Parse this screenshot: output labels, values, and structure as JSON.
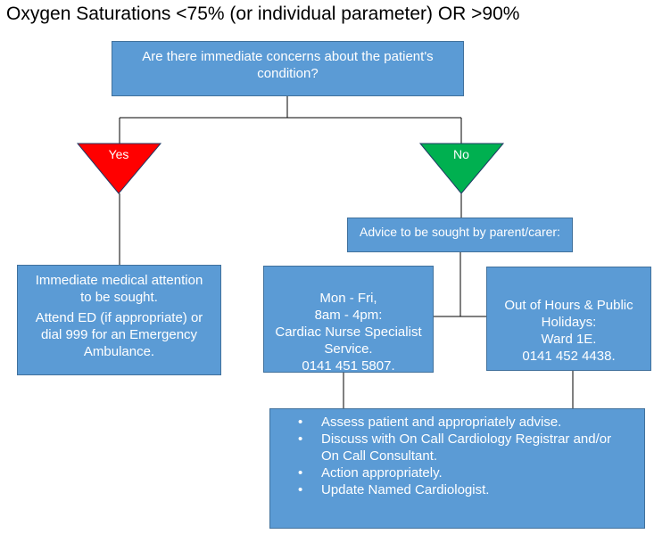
{
  "title": "Oxygen Saturations <75% (or individual parameter) OR >90%",
  "question": "Are there immediate concerns about the patient's condition?",
  "yes_label": "Yes",
  "no_label": "No",
  "colors": {
    "box_fill": "#5b9bd5",
    "box_border": "#41719c",
    "yes_fill": "#ff0000",
    "no_fill": "#00b050",
    "connector": "#000000"
  },
  "immediate": {
    "line1": "Immediate medical attention to be sought.",
    "line2": "Attend ED (if appropriate) or dial 999 for an Emergency Ambulance."
  },
  "advice": "Advice to be sought by parent/carer:",
  "weekday": "Mon - Fri,\n8am - 4pm:\nCardiac Nurse Specialist Service.\n0141 451 5807.",
  "out_of_hours": "Out of Hours & Public Holidays:\nWard 1E.\n0141 452 4438.",
  "actions": [
    "Assess patient and appropriately advise.",
    "Discuss with On Call Cardiology Registrar and/or On Call Consultant.",
    "Action appropriately.",
    "Update Named Cardiologist."
  ]
}
